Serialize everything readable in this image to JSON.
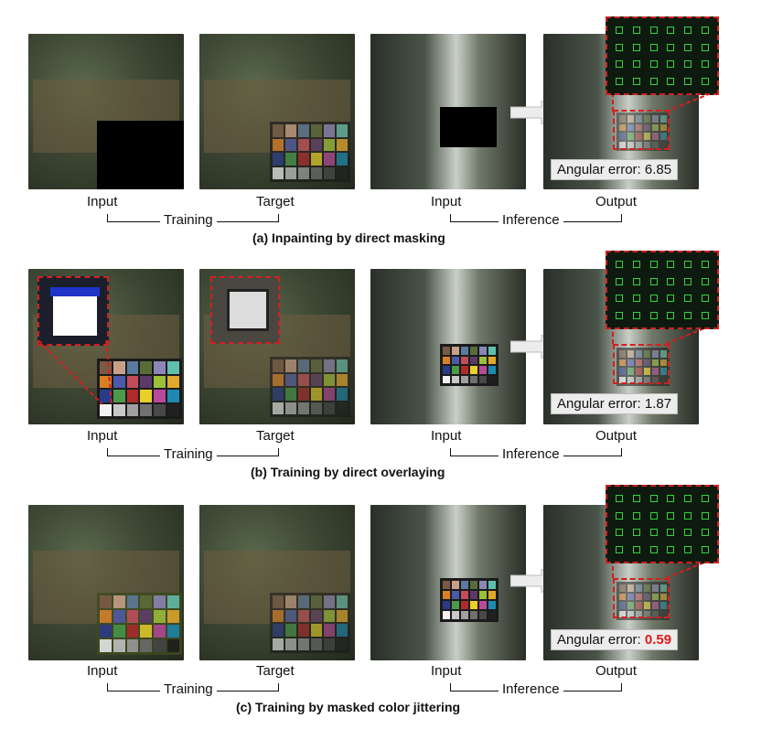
{
  "rows": [
    {
      "input_label": "Input",
      "target_label": "Target",
      "inf_input_label": "Input",
      "output_label": "Output",
      "training_label": "Training",
      "inference_label": "Inference",
      "caption": "(a) Inpainting by direct masking",
      "error_prefix": "Angular error: ",
      "error_value": "6.85",
      "error_highlight": false
    },
    {
      "input_label": "Input",
      "target_label": "Target",
      "inf_input_label": "Input",
      "output_label": "Output",
      "training_label": "Training",
      "inference_label": "Inference",
      "caption": "(b) Training by direct overlaying",
      "error_prefix": "Angular error: ",
      "error_value": "1.87",
      "error_highlight": false
    },
    {
      "input_label": "Input",
      "target_label": "Target",
      "inf_input_label": "Input",
      "output_label": "Output",
      "training_label": "Training",
      "inference_label": "Inference",
      "caption": "(c) Training by masked color jittering",
      "error_prefix": "Angular error: ",
      "error_value": "0.59",
      "error_highlight": true
    }
  ],
  "colors": {
    "dash_red": "#d21f1f",
    "highlight_red": "#e01b1b",
    "patch_green": "#39d23c"
  },
  "checker_colors": [
    "#7b5a45",
    "#c8a089",
    "#5b7aa0",
    "#5a6b3a",
    "#8a86b8",
    "#5fbfae",
    "#d98027",
    "#4a5aa8",
    "#c24d5a",
    "#5b3a6a",
    "#9bc03a",
    "#e0a82a",
    "#2a3a8a",
    "#4a9a4a",
    "#b02a2a",
    "#e8d02a",
    "#b84a9a",
    "#1e8ab0",
    "#f2f2f2",
    "#c8c8c8",
    "#a0a0a0",
    "#707070",
    "#484848",
    "#202020"
  ]
}
